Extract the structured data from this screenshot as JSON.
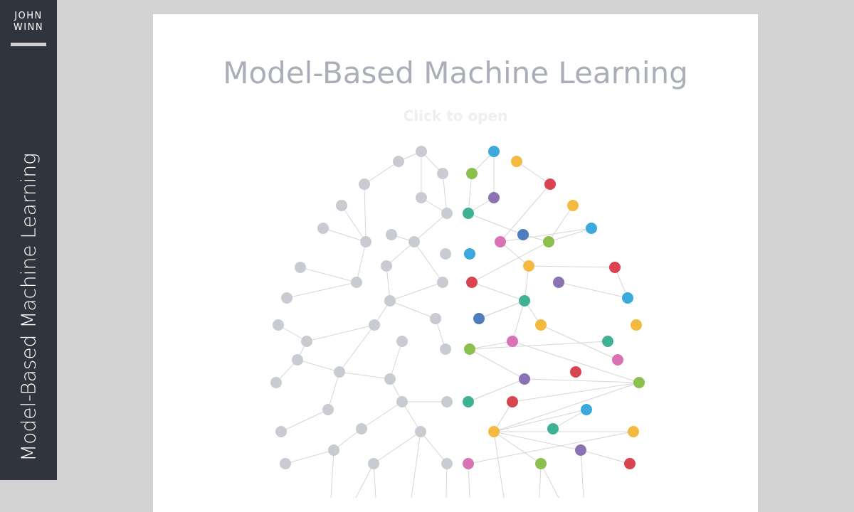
{
  "sidebar": {
    "author_line1": "JOHN",
    "author_line2": "WINN",
    "vertical_title": "Model-Based Machine Learning"
  },
  "cover": {
    "title": "Model-Based Machine Learning",
    "open_link": "Click to open"
  },
  "colors": {
    "sidebar_bg": "#30353d",
    "page_bg": "#d3d3d3",
    "card_bg": "#ffffff",
    "title": "#a9aeb9",
    "node_grey": "#c8cbd2",
    "edge": "#d5d5d5",
    "palette": [
      "#3ba9dc",
      "#f4b940",
      "#8bc04f",
      "#da4451",
      "#8a72b5",
      "#3fb295",
      "#d874b4",
      "#4e7cbd"
    ]
  }
}
